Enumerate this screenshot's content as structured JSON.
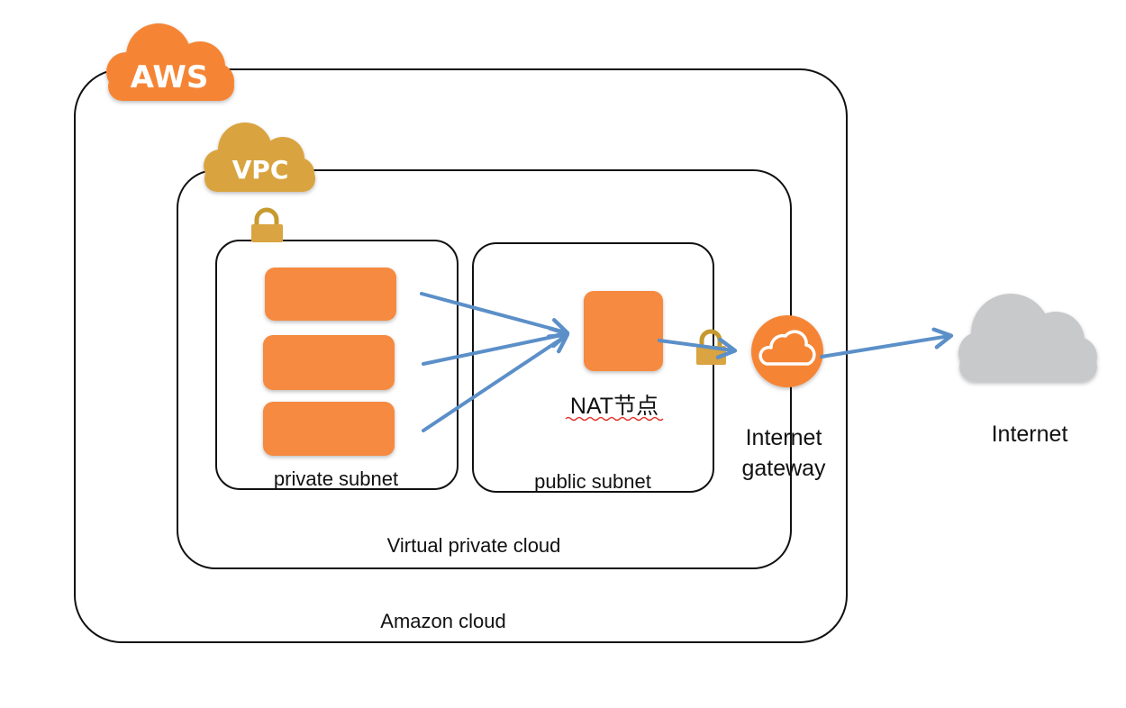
{
  "badges": {
    "aws": "AWS",
    "vpc": "VPC"
  },
  "labels": {
    "private_subnet": "private subnet",
    "public_subnet": "public subnet",
    "nat": "NAT节点",
    "igw_line1": "Internet",
    "igw_line2": "gateway",
    "internet": "Internet",
    "vpc": "Virtual private cloud",
    "amazon": "Amazon cloud"
  },
  "colors": {
    "aws_orange": "#f58536",
    "vpc_gold": "#d9a441",
    "instance_orange": "#f58a3f",
    "arrow_blue": "#5b8fc8",
    "internet_gray": "#c8c9cb",
    "border": "#111111"
  },
  "icons": {
    "aws_badge": "cloud-badge-icon",
    "vpc_badge": "cloud-badge-icon",
    "lock": "padlock-icon",
    "gateway": "cloud-in-circle-icon",
    "internet": "cloud-icon"
  }
}
